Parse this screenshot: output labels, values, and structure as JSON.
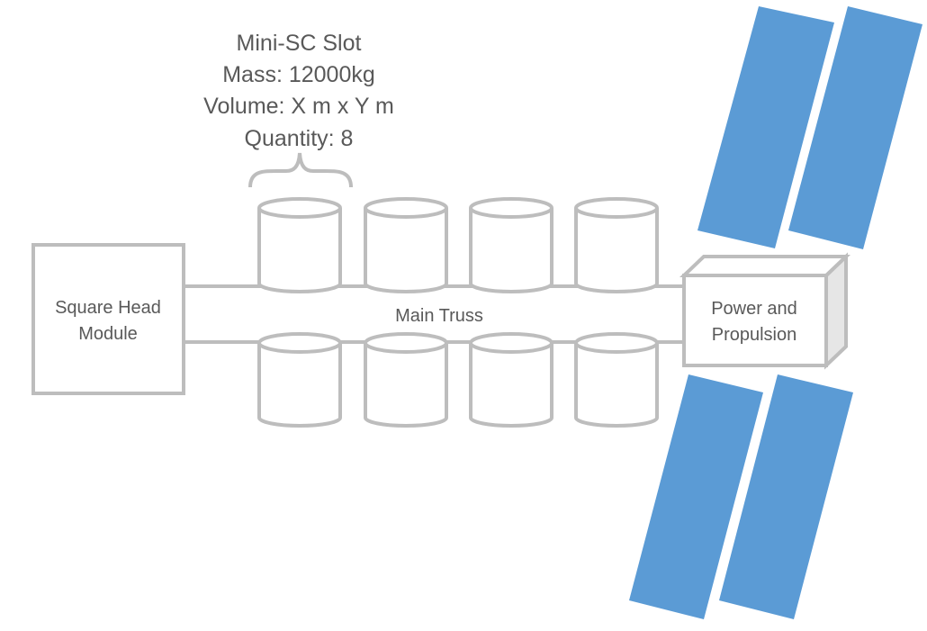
{
  "slot_label": {
    "line1": "Mini-SC Slot",
    "line2": "Mass: 12000kg",
    "line3": "Volume: X m x Y m",
    "line4": "Quantity: 8"
  },
  "head_module": {
    "line1": "Square Head",
    "line2": "Module"
  },
  "truss_label": "Main Truss",
  "power_module": {
    "line1": "Power and",
    "line2": "Propulsion"
  },
  "colors": {
    "line": "#bdbdbd",
    "panel": "#5b9bd5",
    "text": "#595959",
    "box_side": "#e6e6e6"
  }
}
